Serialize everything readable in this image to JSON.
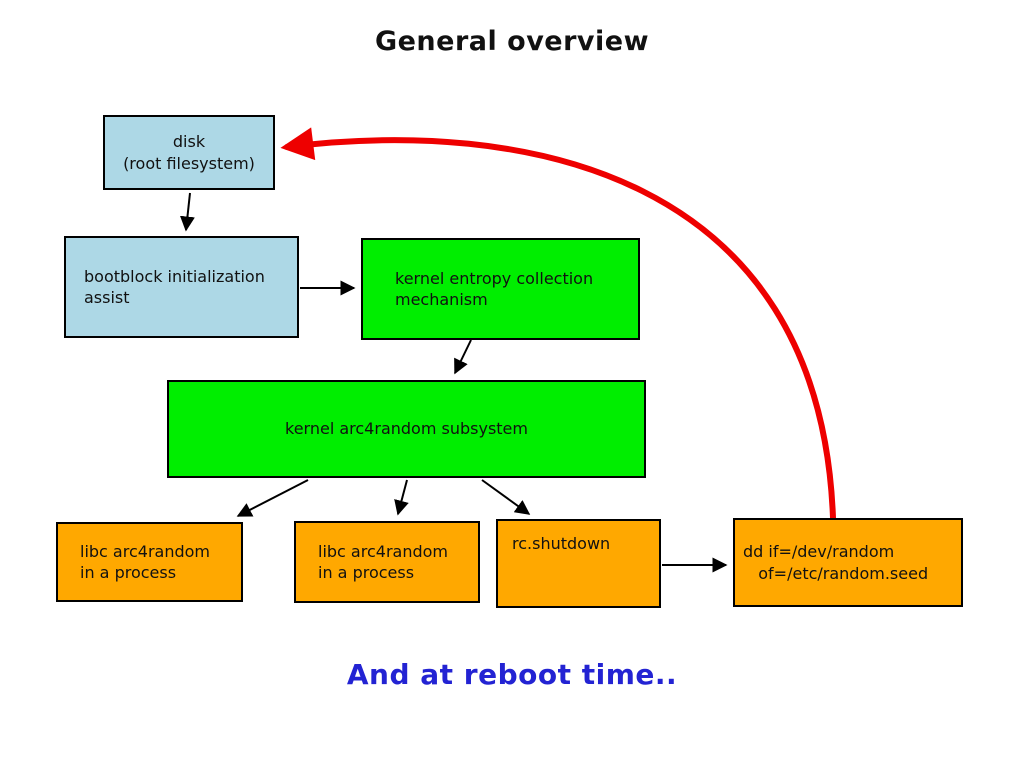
{
  "title": "General overview",
  "footer_note": "And at reboot time..",
  "colors": {
    "box_blue": "#add8e6",
    "box_green": "#00ee00",
    "box_orange": "#ffa800",
    "arrow_black": "#000000",
    "arrow_red": "#ee0000",
    "footer_blue": "#2323d3",
    "title_black": "#111111"
  },
  "nodes": {
    "disk": {
      "label": "disk\n(root filesystem)"
    },
    "bootblock": {
      "label": "bootblock initialization\nassist"
    },
    "entropy": {
      "label": "kernel entropy collection\nmechanism"
    },
    "arc4random": {
      "label": "kernel arc4random subsystem"
    },
    "libc1": {
      "label": "libc arc4random\nin a process"
    },
    "libc2": {
      "label": "libc arc4random\nin a process"
    },
    "rc_shutdown": {
      "label": "rc.shutdown"
    },
    "dd_seed": {
      "label": "dd if=/dev/random\n   of=/etc/random.seed"
    }
  }
}
